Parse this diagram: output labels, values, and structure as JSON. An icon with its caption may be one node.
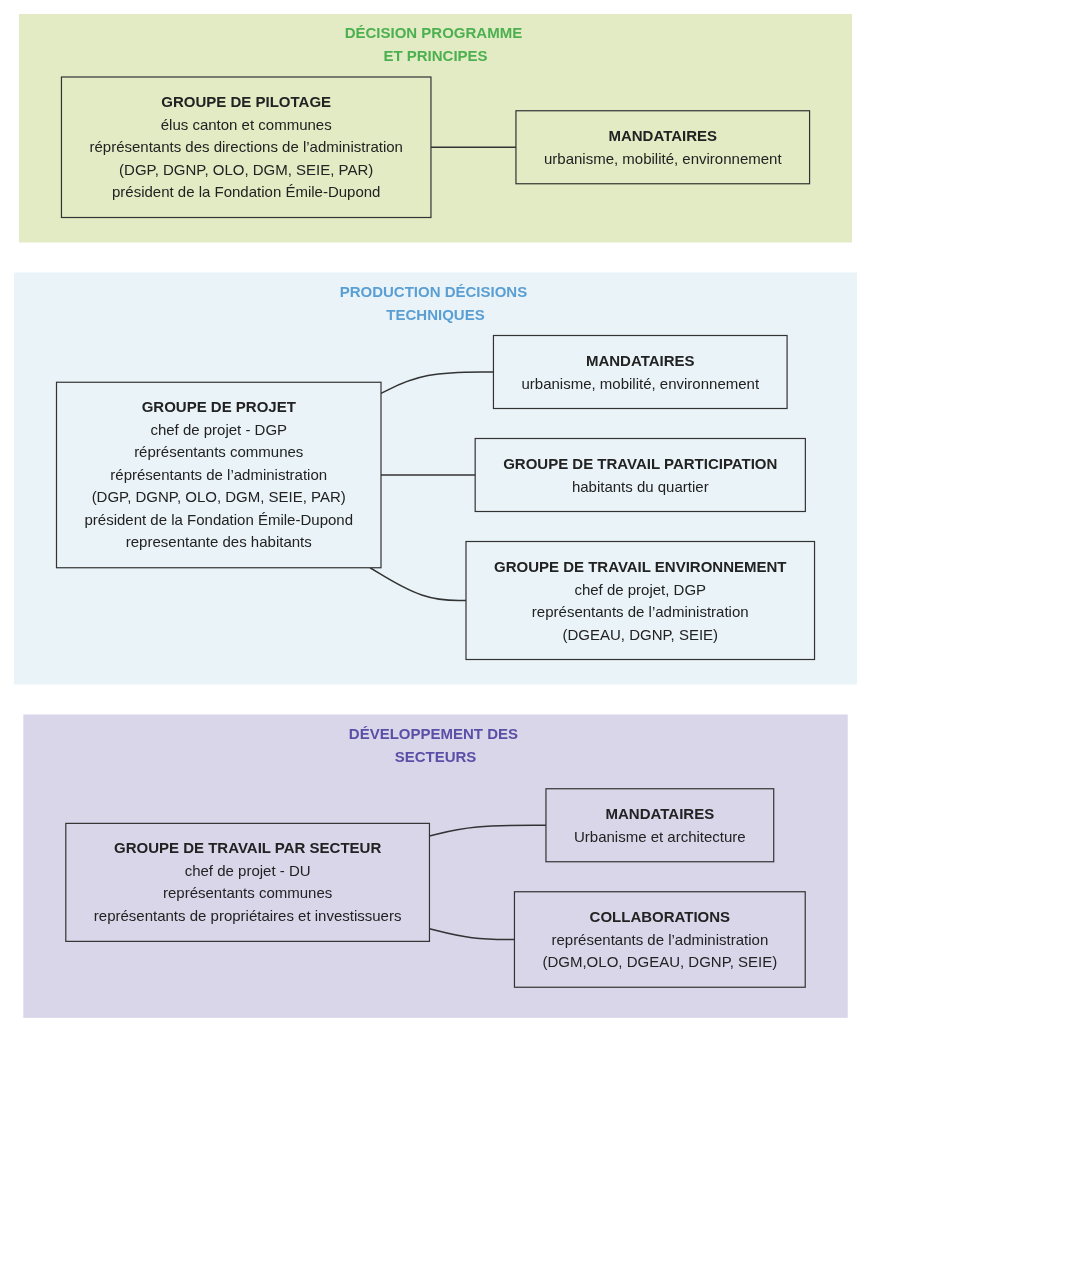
{
  "diagram": {
    "nodes": [
      {
        "text": [
          "DÉCISION PROGRAMME ET PRINCIPES"
        ]
      },
      {
        "text": [
          "GROUPE DE PILOTAGE",
          "élus canton et communes",
          "réprésentants des directions de l’administration",
          "(DGP, DGNP, OLO, DGM, SEIE, PAR)",
          "président de la Fondation Émile-Dupond"
        ],
        "in": 0
      },
      {
        "text": [
          "MANDATAIRES",
          "urbanisme, mobilité, environnement"
        ],
        "in": 0
      },
      {
        "text": [
          "PRODUCTION DÉCISIONS TECHNIQUES"
        ]
      },
      {
        "text": [
          "GROUPE DE PROJET",
          "chef de projet - DGP",
          "réprésentants communes",
          "réprésentants de l’administration",
          "(DGP, DGNP, OLO, DGM, SEIE, PAR)",
          "président de la Fondation Émile-Dupond",
          "representante des habitants"
        ],
        "in": 3
      },
      {
        "text": [
          "MANDATAIRES",
          "urbanisme, mobilité, environnement"
        ],
        "in": 3
      },
      {
        "text": [
          "GROUPE DE TRAVAIL PARTICIPATION",
          "habitants du quartier"
        ],
        "in": 3
      },
      {
        "text": [
          "GROUPE DE TRAVAIL ENVIRONNEMENT",
          "chef de projet, DGP",
          "représentants de l’administration",
          "(DGEAU, DGNP, SEIE)"
        ],
        "in": 3
      },
      {
        "text": [
          "DÉVELOPPEMENT DES SECTEURS"
        ]
      },
      {
        "text": [
          "GROUPE DE TRAVAIL PAR SECTEUR",
          "chef de projet - DU",
          "représentants communes",
          "représentants de propriétaires et investissuers"
        ],
        "in": 8
      },
      {
        "text": [
          "MANDATAIRES",
          "Urbanisme et architecture"
        ],
        "in": 8
      },
      {
        "text": [
          "COLLABORATIONS",
          "représentants de l’administration",
          "(DGM,OLO, DGEAU, DGNP, SEIE)"
        ],
        "in": 8
      }
    ],
    "edges": [
      {
        "from": 1,
        "to": 2,
        "arrow": "none"
      },
      {
        "from": 4,
        "to": 5,
        "arrow": "none"
      },
      {
        "from": 4,
        "to": 6,
        "arrow": "none"
      },
      {
        "from": 4,
        "to": 7,
        "arrow": "none"
      },
      {
        "from": 9,
        "to": 10,
        "arrow": "none"
      },
      {
        "from": 9,
        "to": 11,
        "arrow": "none"
      }
    ]
  }
}
